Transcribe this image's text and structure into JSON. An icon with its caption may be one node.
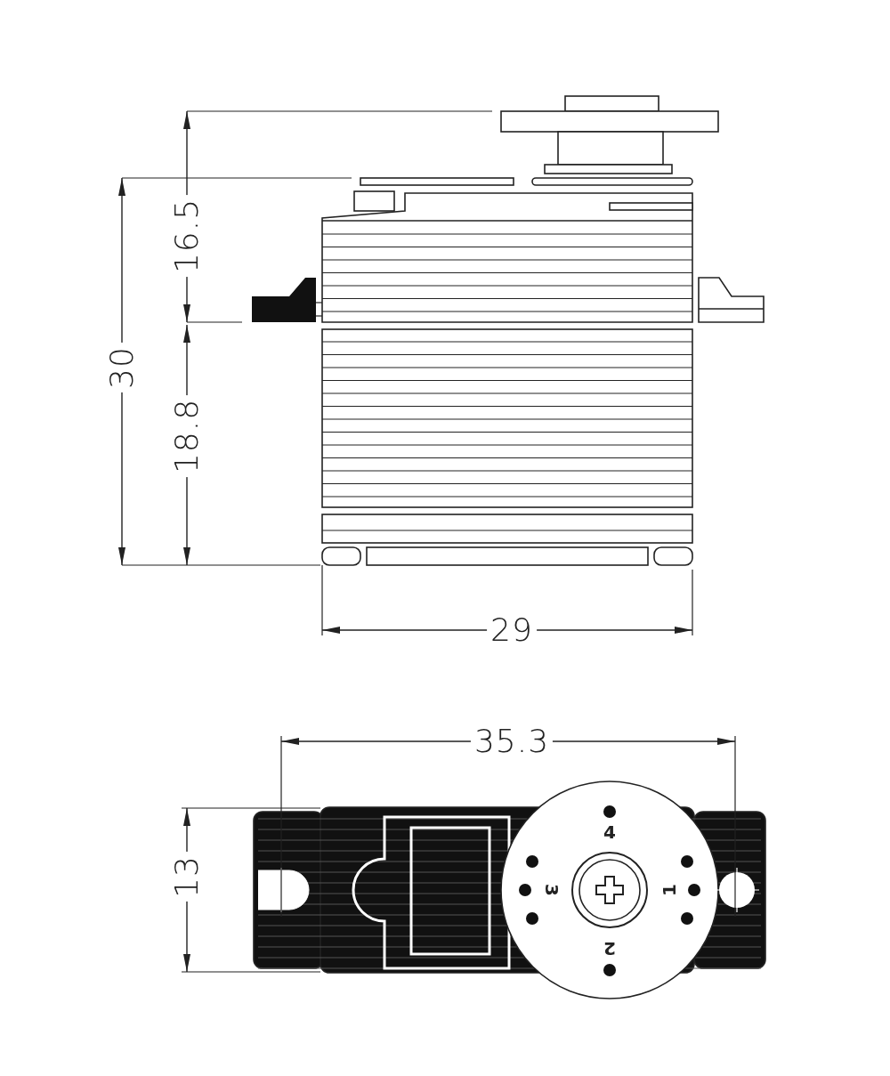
{
  "diagram": {
    "labels": [
      "16.5",
      "30",
      "18.8",
      "29",
      "35.3",
      "13",
      "4",
      "3",
      "1",
      "2"
    ]
  }
}
